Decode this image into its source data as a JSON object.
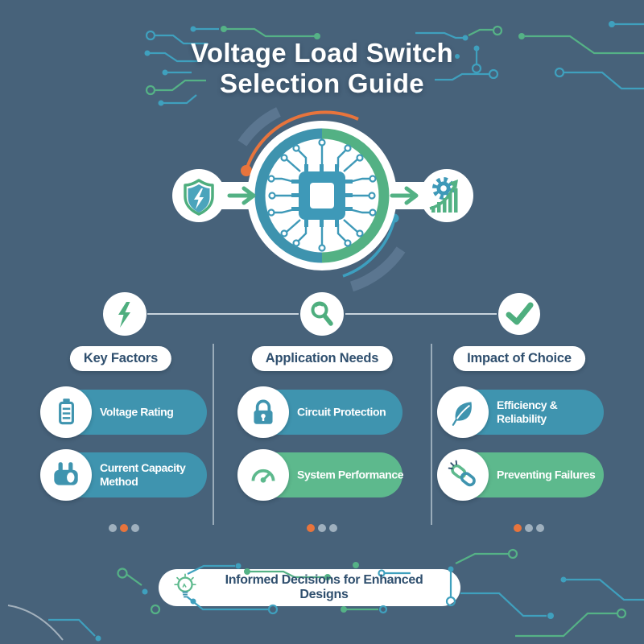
{
  "title": {
    "line1": "Voltage Load Switch",
    "line2": "Selection Guide"
  },
  "hub": {
    "left_icon": "shield-lightning-icon",
    "center_icon": "microchip-icon",
    "right_icon": "gear-growth-icon"
  },
  "columns": [
    {
      "icon": "lightning-icon",
      "header": "Key Factors",
      "items": [
        {
          "icon": "battery-icon",
          "label": "Voltage Rating",
          "color": "teal"
        },
        {
          "icon": "plug-icon",
          "label": "Current Capacity\nMethod",
          "color": "teal"
        }
      ],
      "dots": [
        "gray",
        "orange",
        "gray"
      ]
    },
    {
      "icon": "magnifier-icon",
      "header": "Application Needs",
      "items": [
        {
          "icon": "lock-icon",
          "label": "Circuit Protection",
          "color": "teal"
        },
        {
          "icon": "gauge-icon",
          "label": "System Performance",
          "color": "green"
        }
      ],
      "dots": [
        "orange",
        "gray",
        "gray"
      ]
    },
    {
      "icon": "check-icon",
      "header": "Impact of Choice",
      "items": [
        {
          "icon": "leaf-icon",
          "label": "Efficiency &\nReliability",
          "color": "teal"
        },
        {
          "icon": "chain-icon",
          "label": "Preventing Failures",
          "color": "green"
        }
      ],
      "dots": [
        "orange",
        "gray",
        "gray"
      ]
    }
  ],
  "footer": {
    "icon": "lightbulb-icon",
    "label": "Informed Decisions for Enhanced Designs"
  },
  "colors": {
    "background": "#47627a",
    "teal": "#3f94af",
    "green": "#5db98d",
    "ring_teal": "#3e93ae",
    "ring_green": "#53b184",
    "orange": "#e8743c",
    "navy_text": "#2f4f6e",
    "gray_dot": "#9fb0be",
    "white": "#ffffff"
  }
}
